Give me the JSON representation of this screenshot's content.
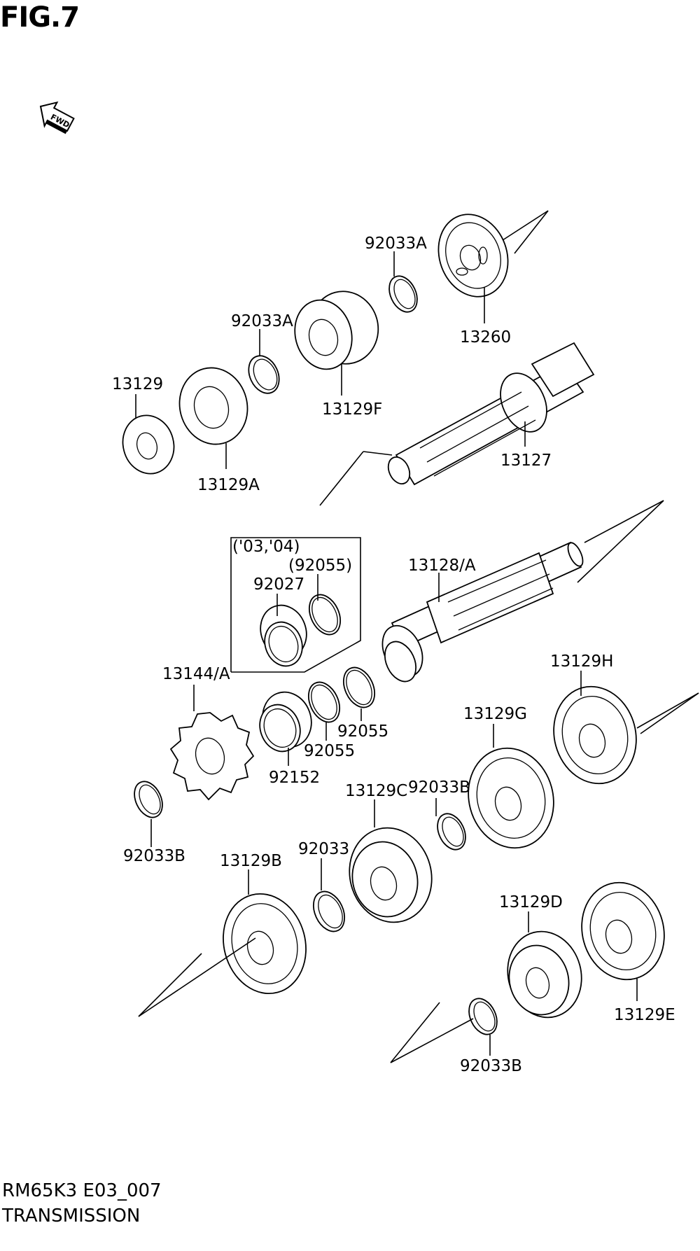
{
  "figure": {
    "title": "FIG.7",
    "fwd_badge": "FWD"
  },
  "footer": {
    "code": "RM65K3 E03_007",
    "title": "TRANSMISSION"
  },
  "callouts": {
    "p13260": "13260",
    "p92033A_top": "92033A",
    "p92033A_mid": "92033A",
    "p13129F": "13129F",
    "p13129": "13129",
    "p13129A": "13129A",
    "p13127": "13127",
    "p13128A": "13128/A",
    "box_years": "('03,'04)",
    "p92055_paren": "(92055)",
    "p92027": "92027",
    "p13144A": "13144/A",
    "p92055_a": "92055",
    "p92055_b": "92055",
    "p92152": "92152",
    "p13129H": "13129H",
    "p13129G": "13129G",
    "p92033B_a": "92033B",
    "p13129C": "13129C",
    "p92033B_b": "92033B",
    "p92033": "92033",
    "p13129B": "13129B",
    "p13129D": "13129D",
    "p13129E": "13129E",
    "p92033B_c": "92033B"
  }
}
